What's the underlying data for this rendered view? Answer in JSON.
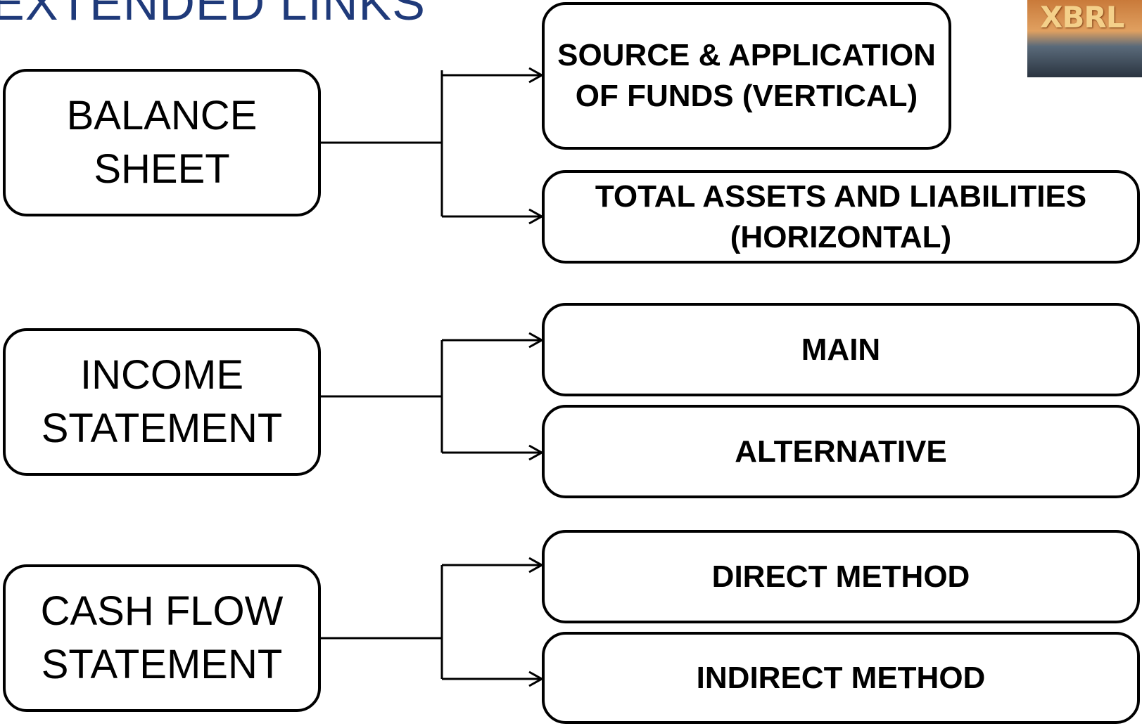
{
  "title": "EXTENDED LINKS",
  "logo_text": "XBRL",
  "left_boxes": [
    {
      "line1": "BALANCE",
      "line2": "SHEET"
    },
    {
      "line1": "INCOME",
      "line2": "STATEMENT"
    },
    {
      "line1": "CASH FLOW",
      "line2": "STATEMENT"
    }
  ],
  "right_boxes": [
    {
      "line1": "SOURCE & APPLICATION",
      "line2": "OF FUNDS (VERTICAL)"
    },
    {
      "line1": "TOTAL ASSETS AND LIABILITIES",
      "line2": "(HORIZONTAL)"
    },
    {
      "line1": "MAIN"
    },
    {
      "line1": "ALTERNATIVE"
    },
    {
      "line1": "DIRECT METHOD"
    },
    {
      "line1": "INDIRECT METHOD"
    }
  ],
  "colors": {
    "title": "#1f3a7a",
    "lines": "#000000"
  }
}
